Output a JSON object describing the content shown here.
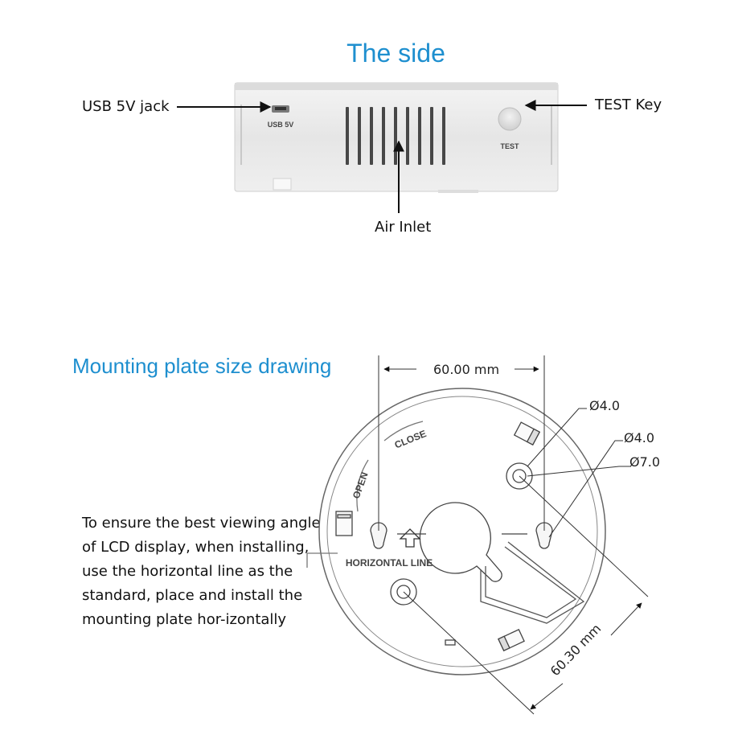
{
  "side": {
    "title": "The side",
    "labels": {
      "usb": "USB 5V jack",
      "test": "TEST Key",
      "air": "Air Inlet"
    },
    "device_marks": {
      "usb": "USB 5V",
      "test": "TEST"
    }
  },
  "mounting": {
    "title": "Mounting plate size drawing",
    "dimensions": {
      "width": "60.00 mm",
      "diagonal": "60.30 mm",
      "hole_a": "Ø4.0",
      "hole_b": "Ø4.0",
      "hole_c": "Ø7.0"
    },
    "plate_marks": {
      "close": "CLOSE",
      "open": "OPEN",
      "horizontal": "HORIZONTAL LINE"
    },
    "instructions": "To ensure the best viewing angle of LCD display, when installing,  use the horizontal line as the standard, place and install the mounting plate hor-izontally"
  },
  "colors": {
    "heading": "#1e8fcf",
    "device_body": "#e9e9e9",
    "outline": "#555555"
  }
}
